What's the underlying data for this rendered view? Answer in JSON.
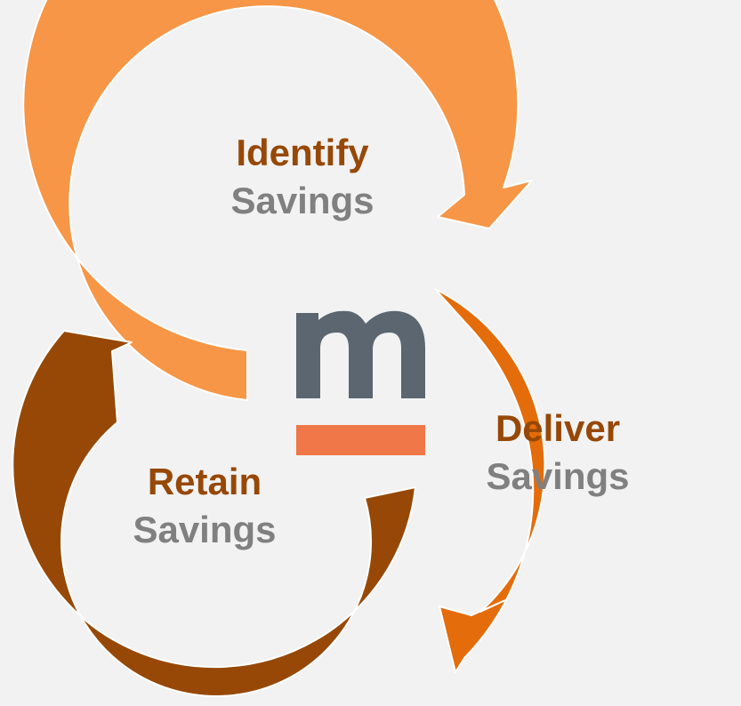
{
  "diagram": {
    "stages": [
      {
        "title": "Identify",
        "subtitle": "Savings",
        "arc_color": "#F79646"
      },
      {
        "title": "Deliver",
        "subtitle": "Savings",
        "arc_color": "#E46C0A"
      },
      {
        "title": "Retain",
        "subtitle": "Savings",
        "arc_color": "#974806"
      }
    ],
    "title_color": "#974806",
    "subtitle_color": "#808080"
  },
  "logo": {
    "letter": "m",
    "letter_color": "#5b6670",
    "bar_color": "#f07747"
  }
}
